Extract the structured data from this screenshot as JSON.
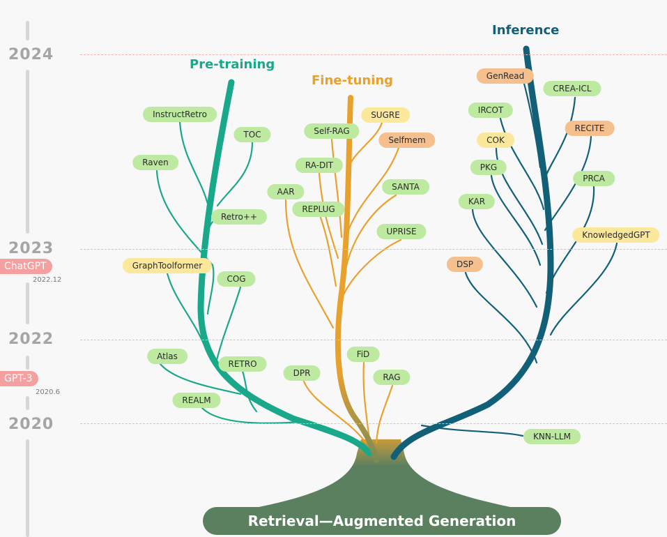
{
  "timeline": {
    "years": [
      "2024",
      "2023",
      "2022",
      "2020"
    ],
    "milestones": [
      {
        "label": "ChatGPT",
        "date": "2022.12"
      },
      {
        "label": "GPT-3",
        "date": "2020.6"
      }
    ]
  },
  "phases": {
    "pretraining": "Pre-training",
    "finetuning": "Fine-tuning",
    "inference": "Inference"
  },
  "root": "Retrieval—Augmented Generation",
  "colors": {
    "pretraining": "#1aa88a",
    "finetuning": "#e9a12e",
    "inference": "#125f78",
    "trunk": "#5b8060",
    "green_node": "#bde9a0",
    "yellow_node": "#fbe89a",
    "orange_node": "#f6c08e"
  },
  "nodes": {
    "pretraining": [
      "InstructRetro",
      "TOC",
      "Raven",
      "Retro++",
      "GraphToolformer",
      "COG",
      "Atlas",
      "RETRO",
      "REALM"
    ],
    "finetuning": [
      "SUGRE",
      "Self-RAG",
      "Selfmem",
      "RA-DIT",
      "SANTA",
      "AAR",
      "REPLUG",
      "UPRISE",
      "FiD",
      "DPR",
      "RAG"
    ],
    "inference": [
      "GenRead",
      "CREA-ICL",
      "IRCOT",
      "RECITE",
      "COK",
      "PKG",
      "PRCA",
      "KAR",
      "KnowledgedGPT",
      "DSP",
      "KNN-LLM"
    ]
  }
}
